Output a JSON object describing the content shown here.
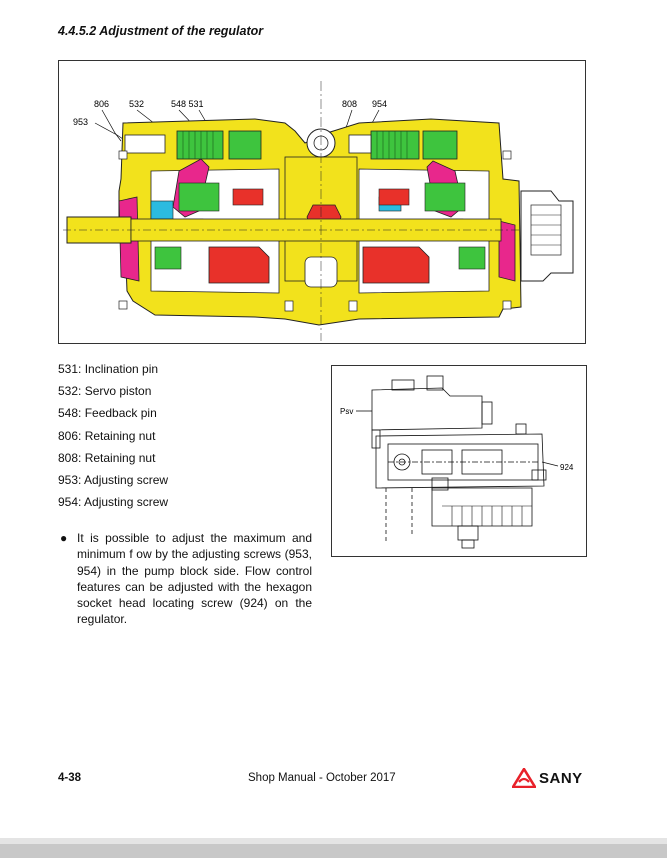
{
  "section_heading": "4.4.5.2  Adjustment of the regulator",
  "figure1_callouts": {
    "c806": "806",
    "c532": "532",
    "c548_531": "548 531",
    "c953": "953",
    "c808": "808",
    "c954": "954"
  },
  "figure2_callouts": {
    "psv": "Psv",
    "c924": "924"
  },
  "parts": [
    "531: Inclination pin",
    "532: Servo piston",
    "548: Feedback pin",
    "806: Retaining nut",
    "808: Retaining nut",
    "953: Adjusting screw",
    "954: Adjusting screw"
  ],
  "note": {
    "bullet": "●",
    "text": "It is possible to adjust the maximum and minimum f ow by the adjusting screws (953, 954) in the pump block side. Flow control features can be adjusted with the hexagon socket head locating screw (924) on the regulator."
  },
  "footer": {
    "page_number": "4-38",
    "title": "Shop Manual - October 2017",
    "brand": "SANY"
  },
  "colors": {
    "housing": "#f2e21c",
    "servo": "#3ec43e",
    "swashplate": "#e8278c",
    "cylinder": "#e8312a",
    "bearing": "#2bbbe0",
    "logo_red": "#e8212a"
  }
}
